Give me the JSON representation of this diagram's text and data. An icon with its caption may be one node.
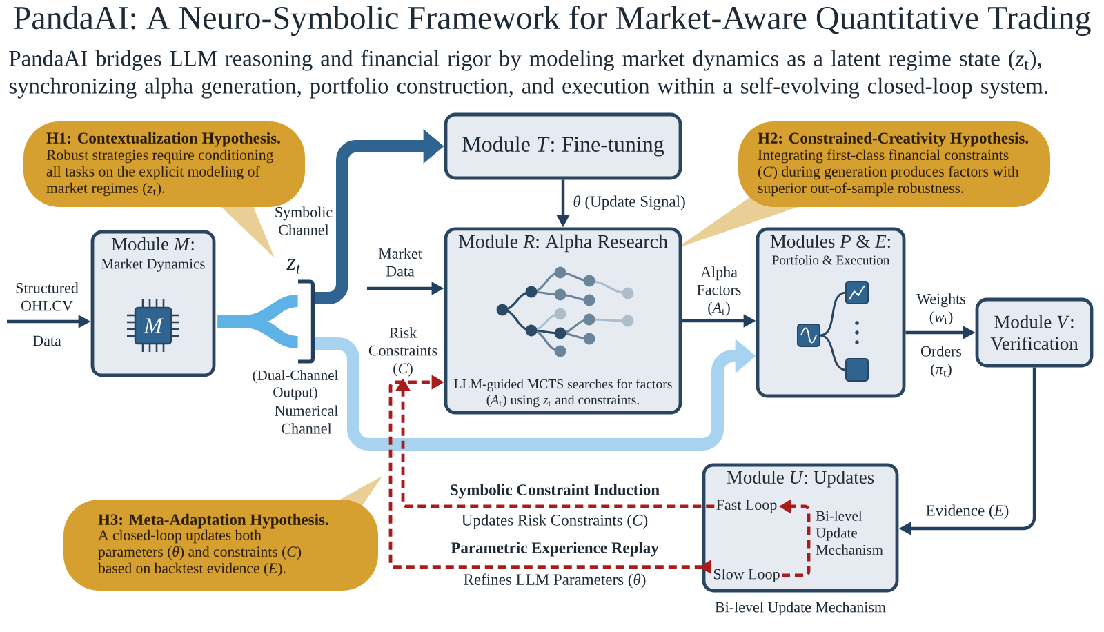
{
  "diagram": {
    "title": "PandaAI: A Neuro-Symbolic Framework for Market-Aware Quantitative Trading",
    "nodes": [
      {
        "text": [
          "H1: Contextualization Hypothesis.",
          "Robust strategies require conditioning all tasks on the explicit modeling of market regimes (*z*$_{t}$)."
        ]
      },
      {
        "text": [
          "Module *T*: Fine-tuning"
        ]
      },
      {
        "text": [
          "H2: Constrained-Creativity Hypothesis.",
          "Integrating first-class financial constraints (*C*) during generation produces factors with superior out-of-sample robustness."
        ]
      },
      {
        "text": [
          "Module *M*:",
          "Market Dynamics"
        ]
      },
      {
        "text": [
          "z$_{t}$"
        ],
        "beside": [
          "(Dual-Channel Output)"
        ]
      },
      {
        "text": [
          "Module *R*: Alpha Research",
          "LLM-guided MCTS searches for factors (*A*$_{t}$) using *z*$_{t}$ and constraints."
        ]
      },
      {
        "text": [
          "Risk Constraints (*C*)"
        ]
      },
      {
        "text": [
          "Modules *P* & *E*:",
          "Portfolio & Execution"
        ]
      },
      {
        "text": [
          "Module *V*: Verification"
        ]
      },
      {
        "text": [
          "Module *U*: Updates"
        ],
        "beside": [
          "Bi-level Update Mechanism"
        ]
      },
      {
        "text": [
          "Fast Loop"
        ],
        "in": 9
      },
      {
        "text": [
          "Slow Loop"
        ],
        "in": 9
      },
      {
        "text": [
          "H3: Meta-Adaptation Hypothesis.",
          "A closed-loop updates both parameters (*θ*) and constraints (*C*) based on backtest evidence (*E*)."
        ]
      }
    ],
    "edges": [
      {
        "from": null,
        "to": 3,
        "arrow": "to",
        "label": "Structured OHLCV"
      },
      {
        "from": 3,
        "to": 4,
        "arrow": "none",
        "style": "thick",
        "color": "#5fb2e5"
      },
      {
        "from": 4,
        "to": 1,
        "arrow": "to",
        "style": "thick",
        "color": "#2f6390",
        "label": "Symbolic Channel"
      },
      {
        "from": null,
        "to": 5,
        "arrow": "to",
        "label": "Market Data"
      },
      {
        "from": 4,
        "to": 7,
        "arrow": "to",
        "style": "thick",
        "color": "#a7d3f0",
        "label": "Numerical Channel"
      },
      {
        "from": 1,
        "to": 5,
        "arrow": "to",
        "label": "*θ* (Update Signal)"
      },
      {
        "from": 5,
        "to": 7,
        "arrow": "to",
        "label": "Alpha Factors (*A*$_{t}$)"
      },
      {
        "from": 7,
        "to": 8,
        "arrow": "to",
        "label": "Weights (*w*$_{t}$)"
      },
      {
        "from": 8,
        "to": 9,
        "arrow": "to",
        "label": "Evidence (*E*)"
      },
      {
        "from": 11,
        "to": 10,
        "arrow": "to",
        "style": "dashed",
        "color": "#a81c1c",
        "label": "Bi-level Update Mechanism"
      },
      {
        "from": 10,
        "to": 6,
        "arrow": "to",
        "style": "dashed",
        "color": "#a81c1c",
        "label": "Symbolic Constraint Induction"
      },
      {
        "from": 11,
        "to": 5,
        "arrow": "to",
        "style": "dashed",
        "color": "#a81c1c",
        "label": "Parametric Experience Replay"
      }
    ],
    "labels": [
      "PandaAI bridges LLM reasoning and financial rigor by modeling market dynamics as a latent regime state (*z*$_{t}$), synchronizing alpha generation, portfolio construction, and execution within a self-evolving closed-loop system.",
      "Data",
      "M",
      "Orders (*π*$_{t}$)",
      "Updates Risk Constraints (*C*)",
      "Refines LLM Parameters (*θ*)"
    ]
  }
}
